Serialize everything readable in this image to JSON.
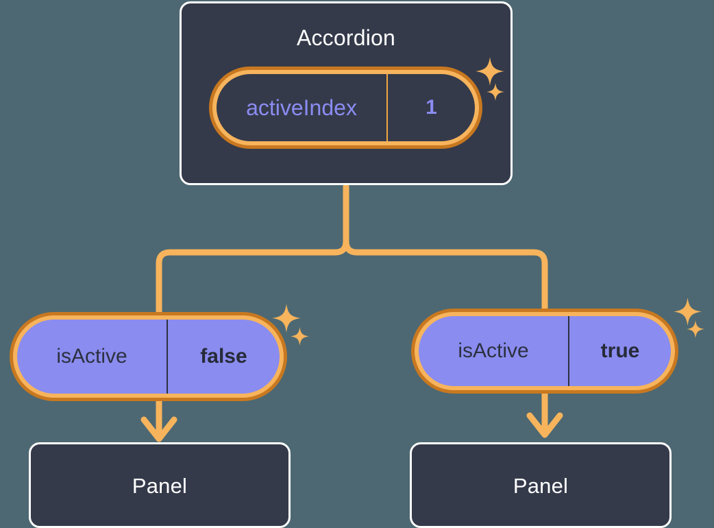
{
  "diagram": {
    "title_node": {
      "label": "Accordion",
      "state_pill": {
        "key": "activeIndex",
        "value": "1"
      }
    },
    "branches": [
      {
        "side": "left",
        "state_pill": {
          "key": "isActive",
          "value": "false"
        },
        "child_node": {
          "label": "Panel"
        }
      },
      {
        "side": "right",
        "state_pill": {
          "key": "isActive",
          "value": "true"
        },
        "child_node": {
          "label": "Panel"
        }
      }
    ],
    "decorations": {
      "sparkle_icon": "sparkle-icon",
      "arrow_icon": "arrow-down-icon",
      "connector_icon": "tree-connector"
    },
    "colors": {
      "background": "#4d6872",
      "card_fill": "#343a4a",
      "card_border": "#ffffff",
      "pill_ring_outer": "#c87820",
      "pill_ring_inner": "#f7b45c",
      "pill_purple_fill": "#8a8cef",
      "accent_text_purple": "#8b8cf2",
      "connector": "#f7b45c"
    }
  }
}
